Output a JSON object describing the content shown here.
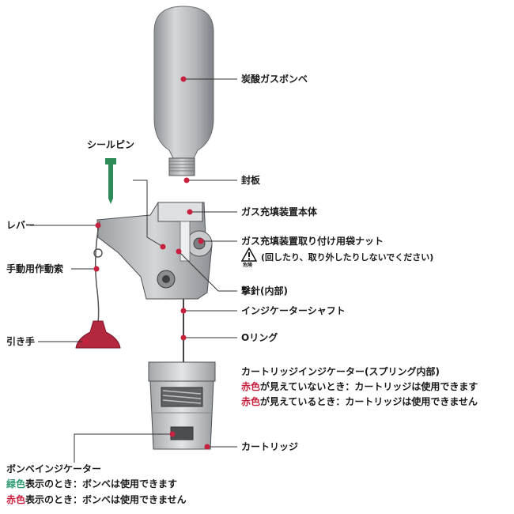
{
  "labels": {
    "seal_pin": "シールピン",
    "co2_cylinder": "炭酸ガスボンベ",
    "seal_plate": "封板",
    "lever": "レバー",
    "body": "ガス充填装置本体",
    "bag_nut": "ガス充填装置取り付け用袋ナット",
    "warning_note": "(回したり、取り外したりしないでください)",
    "warning_icon_text": "危険",
    "manual_cord": "手動用作動索",
    "firing_pin": "撃針(内部)",
    "indicator_shaft": "インジケーターシャフト",
    "o_ring": "Oリング",
    "pull_handle": "引き手",
    "cartridge_indicator_title": "カートリッジインジケーター(スプリング内部)",
    "red_hidden_color": "赤色",
    "red_hidden_text": "が見えていないとき：カートリッジは使用できます",
    "red_visible_color": "赤色",
    "red_visible_text": "が見えているとき：カートリッジは使用できません",
    "cartridge": "カートリッジ",
    "cylinder_indicator_title": "ボンベインジケーター",
    "green_color": "緑色",
    "green_text": "表示のとき：ボンベは使用できます",
    "red_color": "赤色",
    "red_text": "表示のとき：ボンベは使用できません"
  },
  "colors": {
    "accent_red": "#c8203f",
    "accent_green": "#2f9c73",
    "line": "#333333",
    "part": "#b9bcbf"
  }
}
